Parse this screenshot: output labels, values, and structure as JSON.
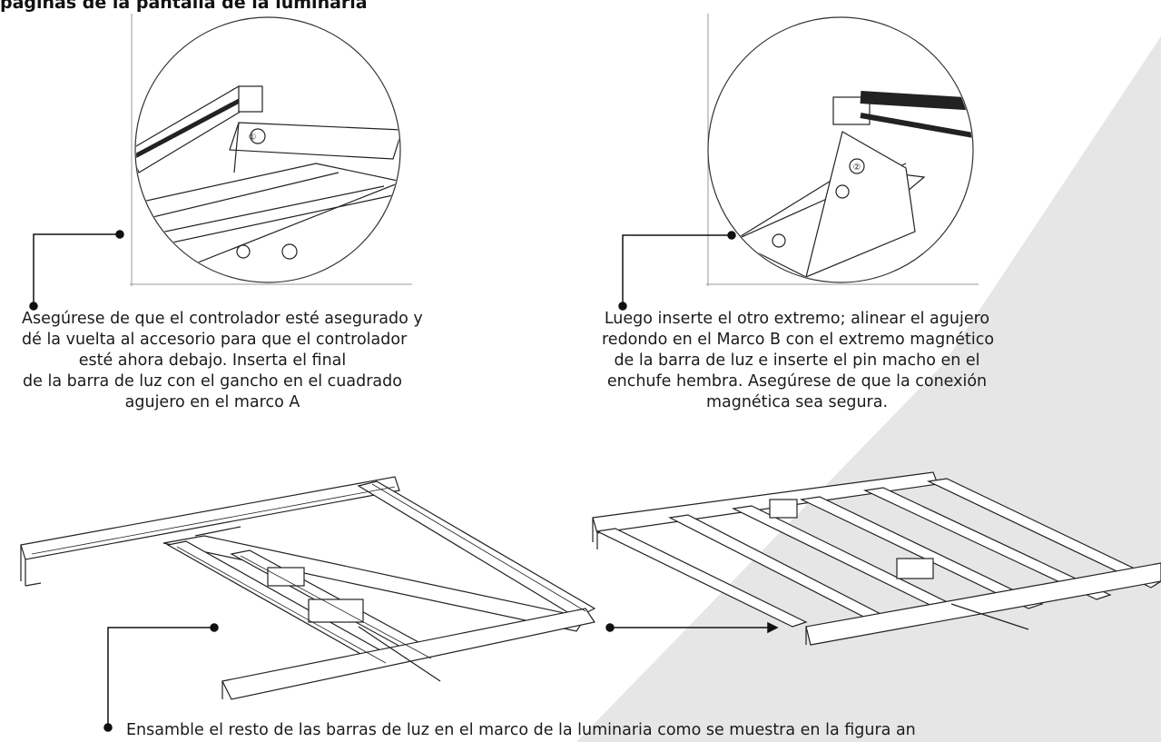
{
  "page": {
    "heading": "paginas de la pantalla de la luminaria",
    "captions": {
      "left": {
        "lines": [
          "Asegúrese de que el controlador esté asegurado y",
          "dé la vuelta al accesorio para que el controlador",
          "esté ahora debajo. Inserta el final",
          "de la barra de luz con el gancho en el cuadrado",
          "agujero en el marco A"
        ]
      },
      "right": {
        "lines": [
          "Luego inserte el otro extremo; alinear el agujero",
          "redondo en el Marco B con el extremo magnético",
          "de la barra de luz e inserte el pin macho en el",
          "enchufe hembra. Asegúrese de que la conexión",
          "magnética sea segura."
        ]
      },
      "bottom": "Ensamble el resto de las barras de luz en el marco de la luminaria como se muestra en la figura an"
    },
    "callouts": {
      "left_detail": "①",
      "right_detail": "②"
    }
  },
  "colors": {
    "text": "#1b1b1b",
    "background": "#ffffff",
    "wedge": "#e6e6e6",
    "line": "#222222"
  },
  "icons": {
    "step_marker": "bullet-dot",
    "direction": "arrow-right"
  }
}
